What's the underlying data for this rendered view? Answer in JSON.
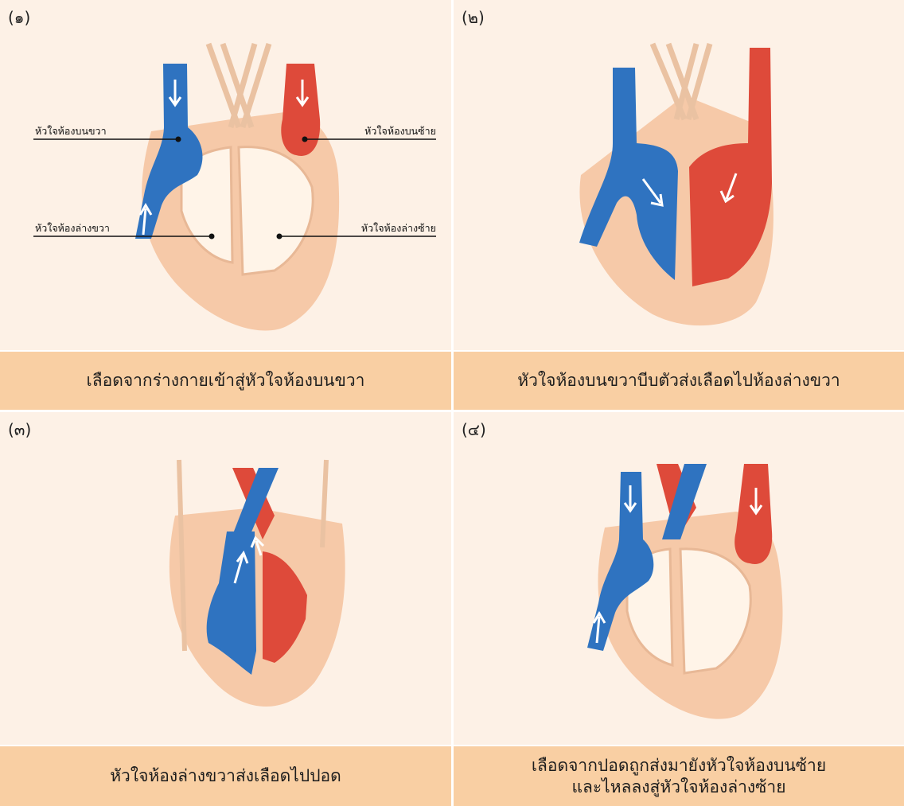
{
  "colors": {
    "panel_bg": "#fdf1e6",
    "caption_bg": "#f9cfa3",
    "tissue": "#f6c9a8",
    "chamber": "#fff4e8",
    "blue_blood": "#2f73c0",
    "red_blood": "#de4a3a"
  },
  "panels": [
    {
      "number": "(๑)",
      "caption_lines": [
        "เลือดจากร่างกายเข้าสู่หัวใจห้องบนขวา"
      ],
      "labels": {
        "right_atrium": "หัวใจห้องบนขวา",
        "left_atrium": "หัวใจห้องบนซ้าย",
        "right_ventricle": "หัวใจห้องล่างขวา",
        "left_ventricle": "หัวใจห้องล่างซ้าย"
      }
    },
    {
      "number": "(๒)",
      "caption_lines": [
        "หัวใจห้องบนขวาบีบตัวส่งเลือดไปห้องล่างขวา"
      ]
    },
    {
      "number": "(๓)",
      "caption_lines": [
        "หัวใจห้องล่างขวาส่งเลือดไปปอด"
      ]
    },
    {
      "number": "(๔)",
      "caption_lines": [
        "เลือดจากปอดถูกส่งมายังหัวใจห้องบนซ้าย",
        "และไหลลงสู่หัวใจห้องล่างซ้าย"
      ]
    }
  ]
}
